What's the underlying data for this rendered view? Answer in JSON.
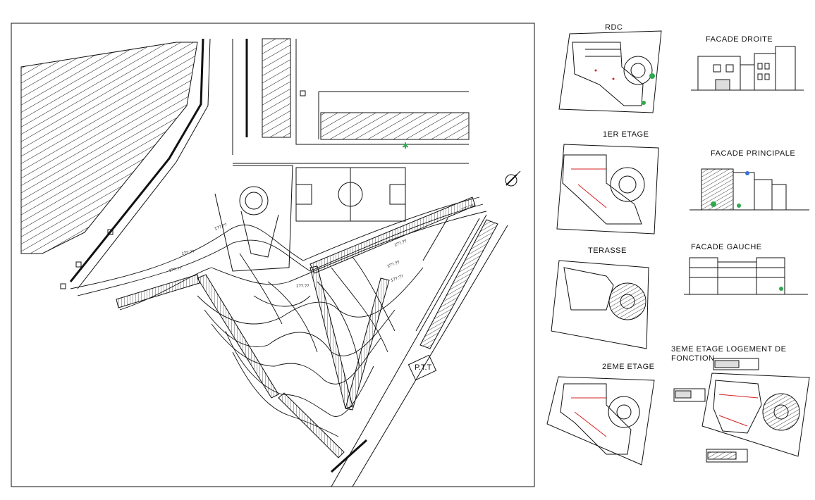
{
  "site_plan": {
    "contour_labels": [
      "1??.??",
      "1??.??",
      "1??.??",
      "1??.??",
      "1??.??",
      "1??.??",
      "1??.??",
      "1??.??"
    ],
    "ptt_label": "P.T.T"
  },
  "sheets": {
    "rdc": "RDC",
    "facade_droite": "FACADE DROITE",
    "etage1": "1ER ETAGE",
    "facade_principale": "FACADE PRINCIPALE",
    "terasse": "TERASSE",
    "facade_gauche": "FACADE GAUCHE",
    "etage2": "2EME ETAGE",
    "etage3_line1": "3EME ETAGE LOGEMENT DE",
    "etage3_line2": "FONCTION"
  },
  "colors": {
    "line": "#111111",
    "accent_red": "#d62020",
    "accent_green": "#2fa84f",
    "accent_blue": "#3b6fd6"
  }
}
